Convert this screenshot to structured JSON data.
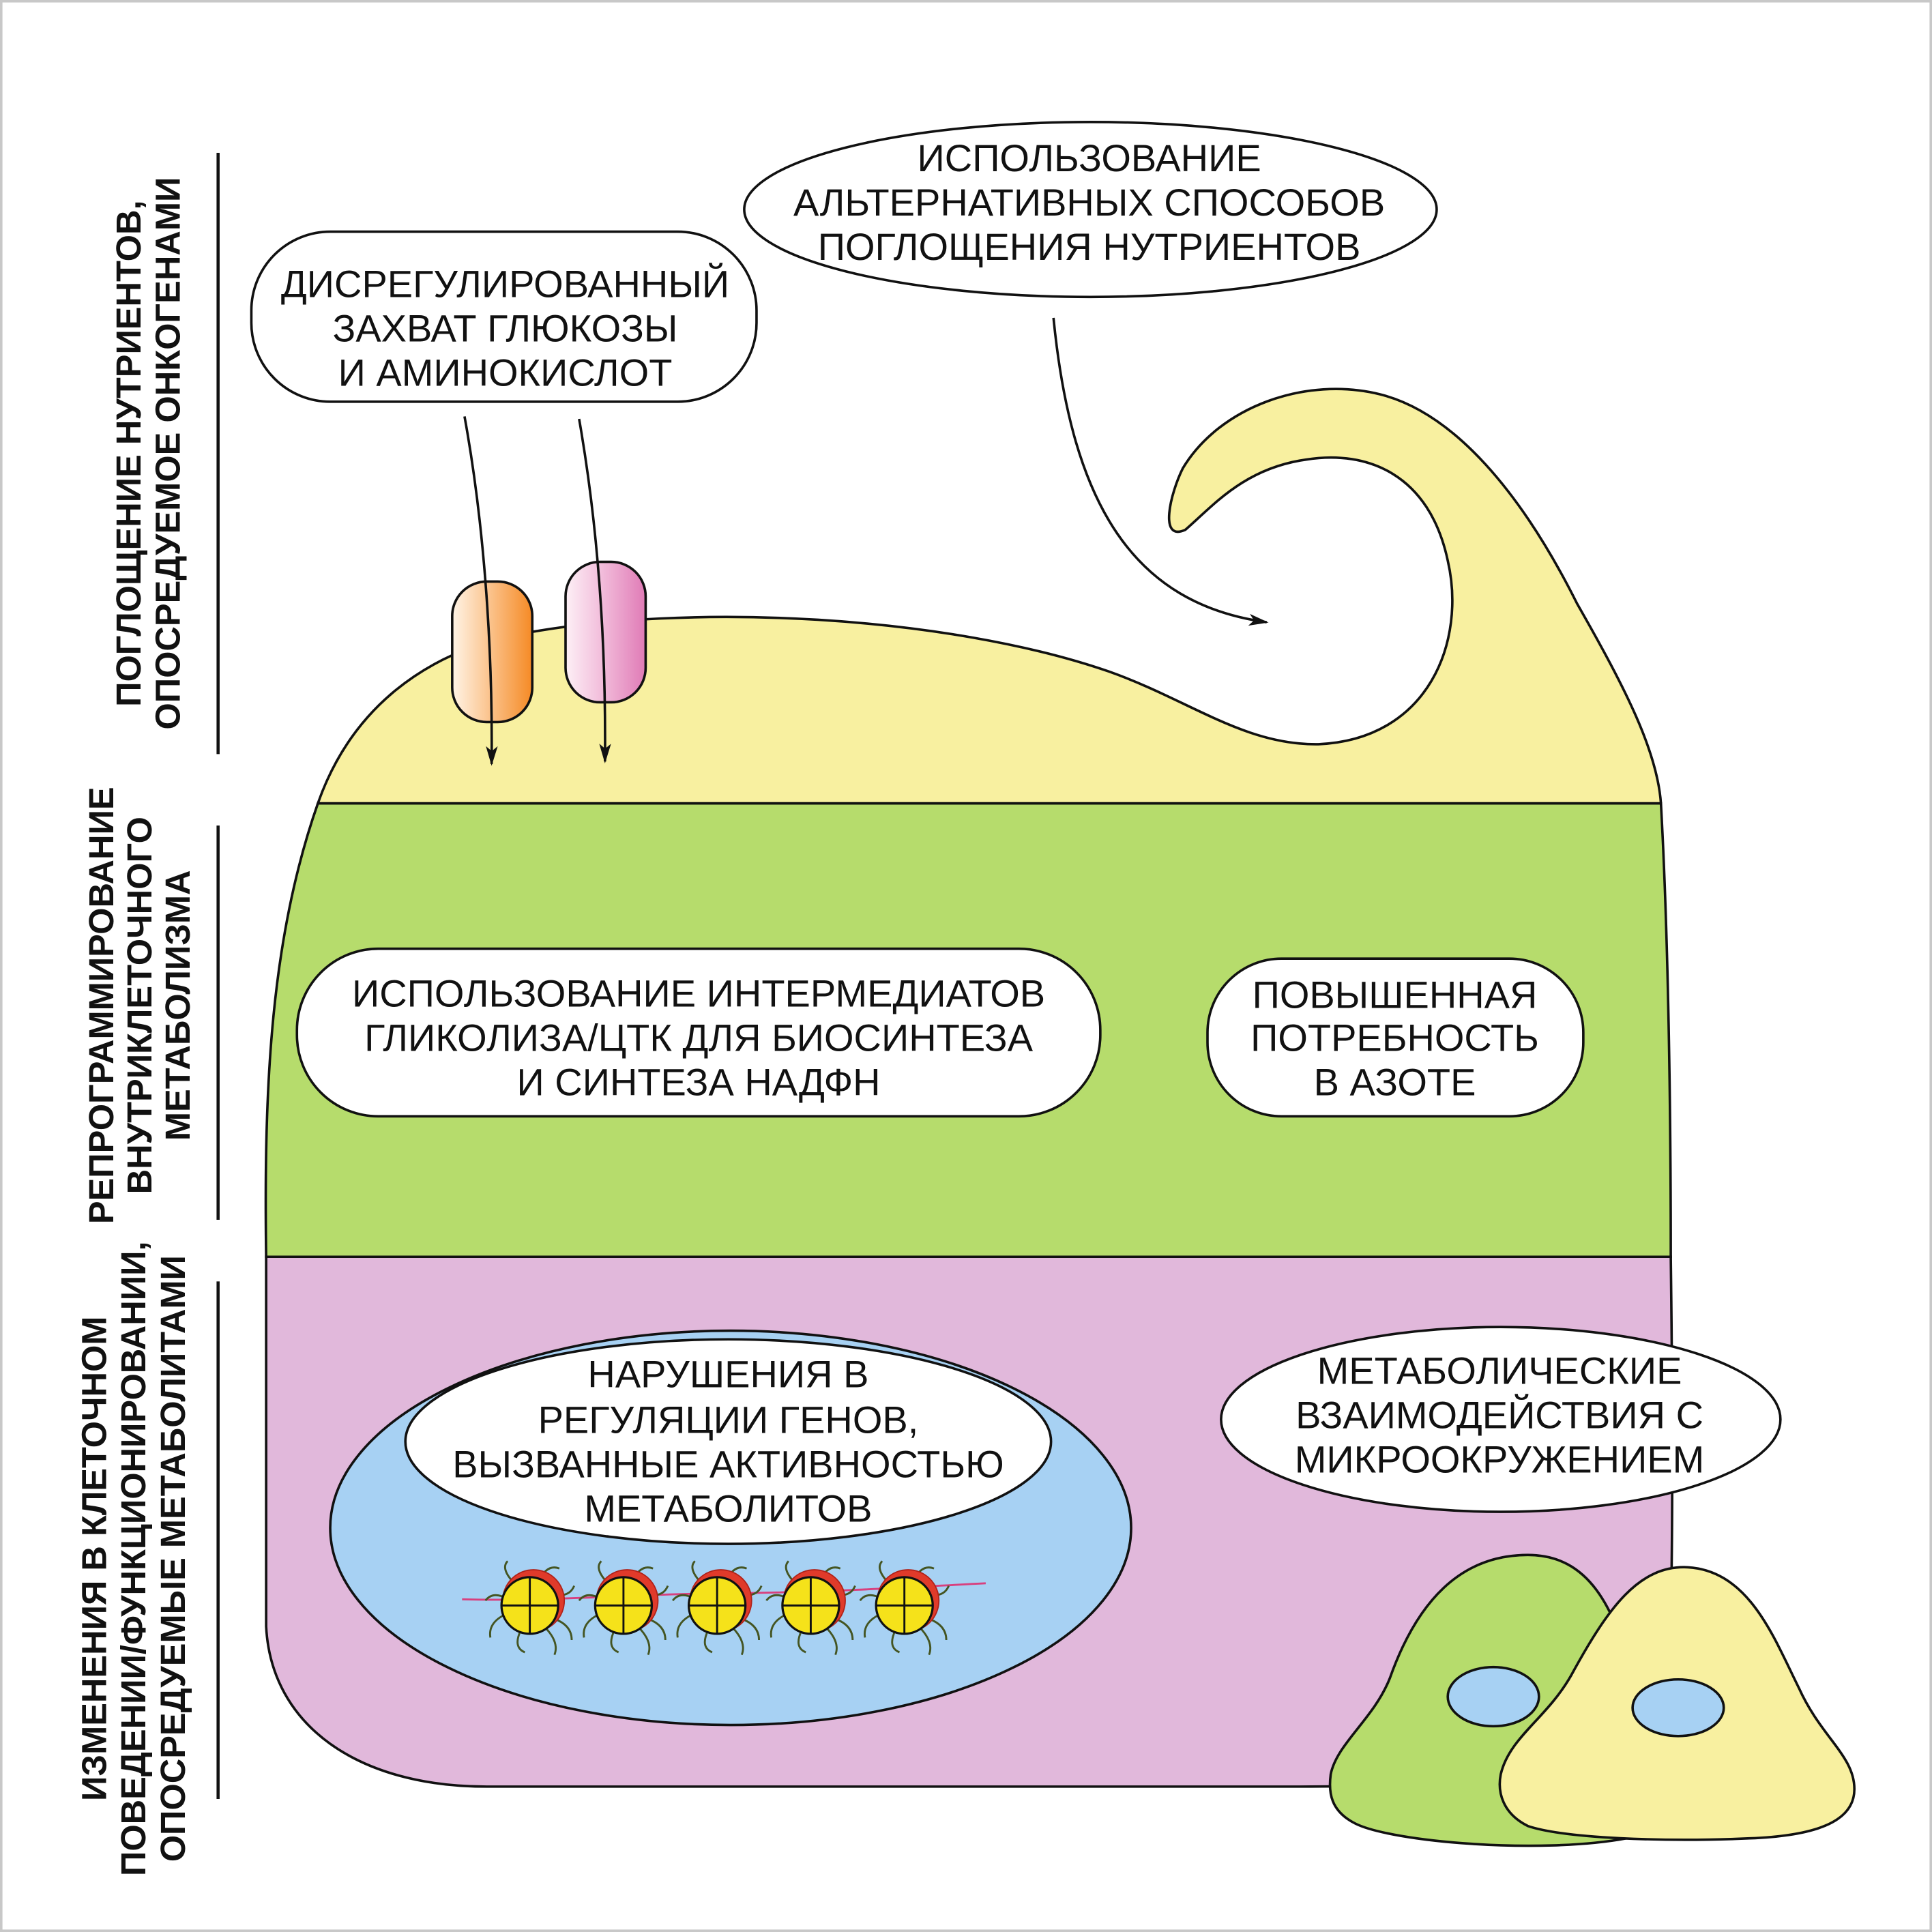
{
  "colors": {
    "membrane": "#f8f0a0",
    "cytoplasm": "#b6dc6c",
    "lower": "#e1b8db",
    "nucleus": "#a7d1f3",
    "glucose_transporter": "#f58a25",
    "amino_transporter": "#e07bb6",
    "bubble": "#ffffff",
    "outline": "#111111"
  },
  "side_labels": {
    "uptake": [
      "ПОГЛОЩЕНИЕ НУТРИЕНТОВ,",
      "ОПОСРЕДУЕМОЕ ОНКОГЕНАМИ"
    ],
    "reprogramming": [
      "РЕПРОГРАММИРОВАНИЕ",
      "ВНУТРИКЛЕТОЧНОГО",
      "МЕТАБОЛИЗМА"
    ],
    "behavior": [
      "ИЗМЕНЕНИЯ В КЛЕТОЧНОМ",
      "ПОВЕДЕНИИ/ФУНКЦИОНИРОВАНИИ,",
      "ОПОСРЕДУЕМЫЕ МЕТАБОЛИТАМИ"
    ]
  },
  "bubbles": {
    "glucose_uptake": [
      "ДИСРЕГУЛИРОВАННЫЙ",
      "ЗАХВАТ ГЛЮКОЗЫ",
      "И АМИНОКИСЛОТ"
    ],
    "alt_uptake": [
      "ИСПОЛЬЗОВАНИЕ",
      "АЛЬТЕРНАТИВНЫХ СПОСОБОВ",
      "ПОГЛОЩЕНИЯ НУТРИЕНТОВ"
    ],
    "intermediates": [
      "ИСПОЛЬЗОВАНИЕ ИНТЕРМЕДИАТОВ",
      "ГЛИКОЛИЗА/ЦТК ДЛЯ БИОСИНТЕЗА",
      "И СИНТЕЗА НАДФН"
    ],
    "nitrogen": [
      "ПОВЫШЕННАЯ",
      "ПОТРЕБНОСТЬ",
      "В АЗОТЕ"
    ],
    "gene_regulation": [
      "НАРУШЕНИЯ В",
      "РЕГУЛЯЦИИ ГЕНОВ,",
      "ВЫЗВАННЫЕ АКТИВНОСТЬЮ",
      "МЕТАБОЛИТОВ"
    ],
    "microenvironment": [
      "МЕТАБОЛИЧЕСКИЕ",
      "ВЗАИМОДЕЙСТВИЯ С",
      "МИКРООКРУЖЕНИЕМ"
    ]
  },
  "nucleosomes": {
    "count": 5
  }
}
